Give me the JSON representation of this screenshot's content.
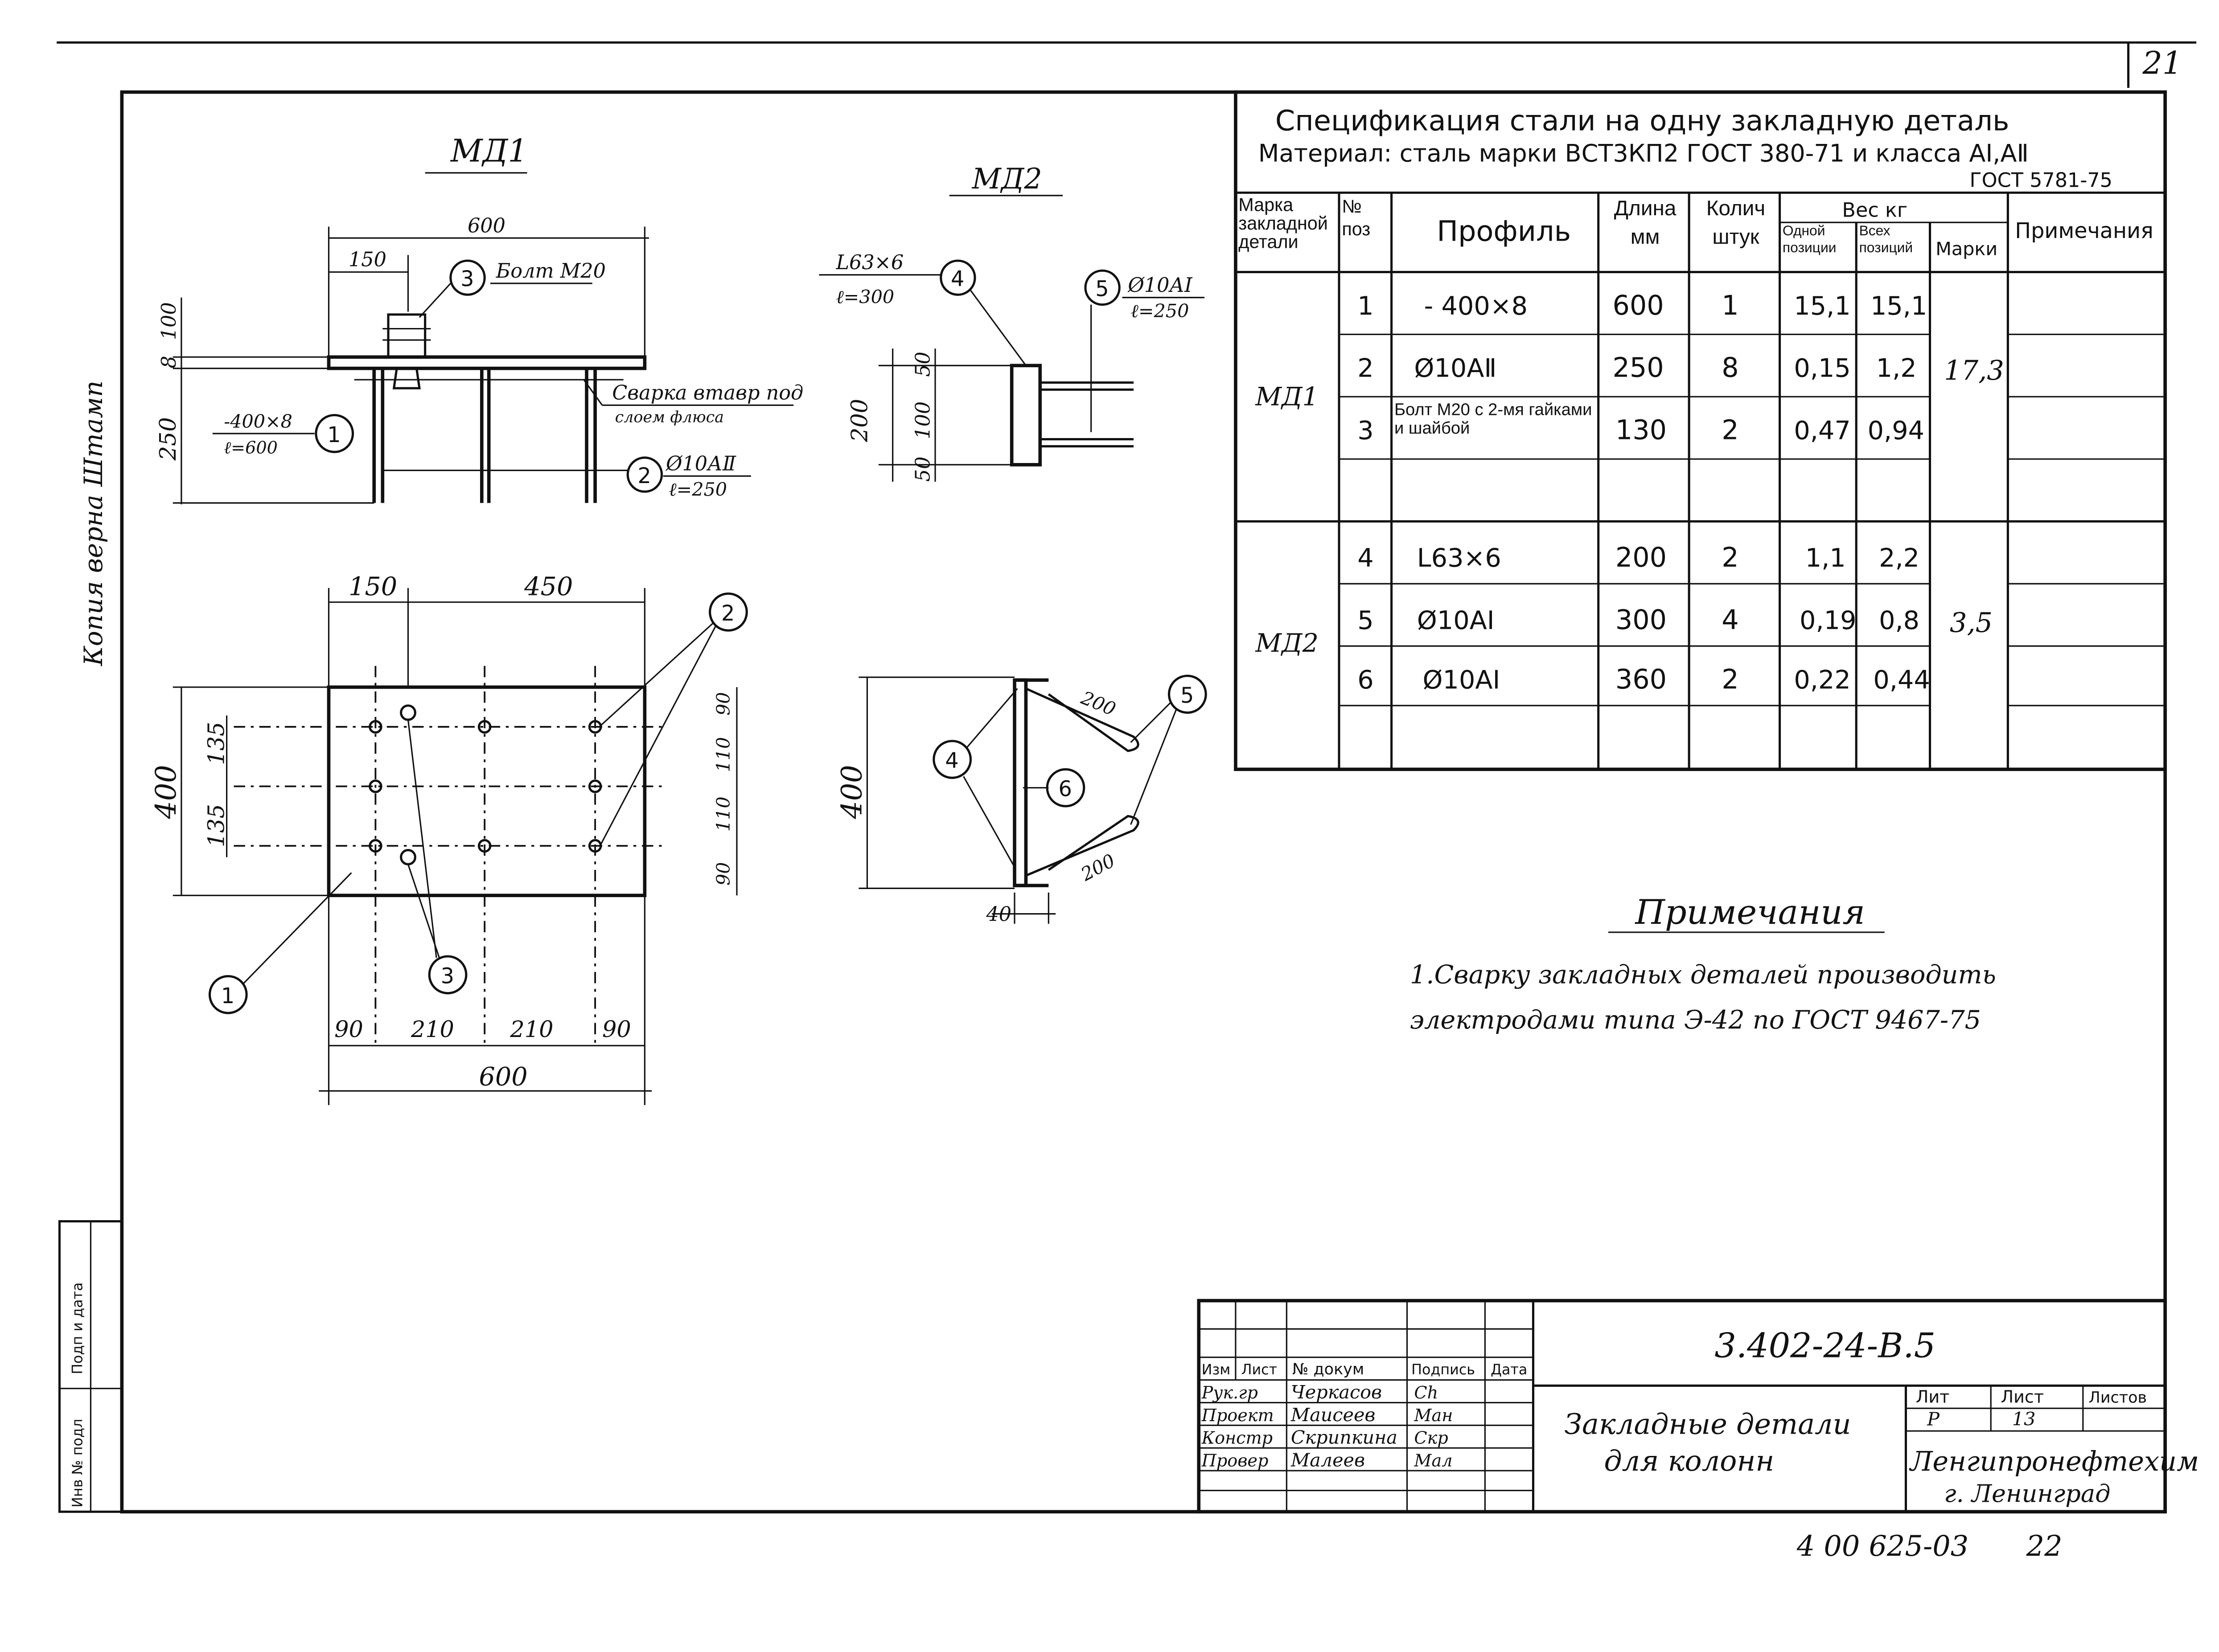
{
  "page_number": "21",
  "side_note": "Копия верна Штамп",
  "md1": {
    "title": "МД1",
    "dims": {
      "d600_top": "600",
      "d150_top": "150",
      "d100": "100",
      "d8": "8",
      "d250": "250",
      "plan_150": "150",
      "plan_450": "450",
      "plan_400": "400",
      "plan_135a": "135",
      "plan_135b": "135",
      "plan_90a": "90",
      "plan_110a": "110",
      "plan_110b": "110",
      "plan_90b": "90",
      "bot_90a": "90",
      "bot_210a": "210",
      "bot_210b": "210",
      "bot_90b": "90",
      "bot_600": "600"
    },
    "bolt_label": "Болт М20",
    "weld_label": "Сварка втавр под",
    "weld_label2": "слоем флюса",
    "plate_label": "-400×8",
    "plate_len": "ℓ=600",
    "bar_label": "Ø10АⅡ",
    "bar_len": "ℓ=250",
    "callouts": [
      "1",
      "2",
      "3"
    ]
  },
  "md2": {
    "title": "МД2",
    "angle_label": "L63×6",
    "angle_len": "ℓ=300",
    "bar_label": "Ø10АⅠ",
    "bar_len": "ℓ=250",
    "dims": {
      "d200": "200",
      "d50a": "50",
      "d100": "100",
      "d50b": "50",
      "plan_400": "400",
      "d40": "40",
      "diag_200a": "200",
      "diag_200b": "200"
    },
    "callouts": [
      "4",
      "5",
      "6"
    ]
  },
  "spec": {
    "title1": "Спецификация стали на одну закладную деталь",
    "title2": "Материал: сталь марки ВСТ3КП2 ГОСТ 380-71 и класса АⅠ,АⅡ",
    "title3": "ГОСТ 5781-75",
    "headers": {
      "mark": "Марка закладной детали",
      "pos": "№ поз",
      "profile": "Профиль",
      "length": "Длина мм",
      "qty": "Колич штук",
      "weight": "Вес кг",
      "w_one": "Одной позиции",
      "w_all": "Всех позиций",
      "w_mark": "Марки",
      "note": "Примечания"
    },
    "groups": [
      {
        "mark": "МД1",
        "total": "17,3",
        "rows": [
          {
            "pos": "1",
            "profile": "- 400×8",
            "length": "600",
            "qty": "1",
            "one": "15,1",
            "all": "15,1"
          },
          {
            "pos": "2",
            "profile": "Ø10АⅡ",
            "length": "250",
            "qty": "8",
            "one": "0,15",
            "all": "1,2"
          },
          {
            "pos": "3",
            "profile": "Болт М20 с 2-мя гайками и шайбой",
            "length": "130",
            "qty": "2",
            "one": "0,47",
            "all": "0,94"
          }
        ]
      },
      {
        "mark": "МД2",
        "total": "3,5",
        "rows": [
          {
            "pos": "4",
            "profile": "L63×6",
            "length": "200",
            "qty": "2",
            "one": "1,1",
            "all": "2,2"
          },
          {
            "pos": "5",
            "profile": "Ø10АⅠ",
            "length": "300",
            "qty": "4",
            "one": "0,19",
            "all": "0,8"
          },
          {
            "pos": "6",
            "profile": "Ø10АⅠ",
            "length": "360",
            "qty": "2",
            "one": "0,22",
            "all": "0,44"
          }
        ]
      }
    ]
  },
  "notes": {
    "title": "Примечания",
    "line1": "1.Сварку закладных деталей производить",
    "line2": "электродами типа Э-42 по ГОСТ 9467-75"
  },
  "title_block": {
    "code": "3.402-24-В.5",
    "name1": "Закладные детали",
    "name2": "для колонн",
    "head": {
      "izm": "Изм",
      "list": "Лист",
      "doc": "№ докум",
      "sign": "Подпись",
      "date": "Дата"
    },
    "people": [
      {
        "role": "Рук.гр",
        "name": "Черкасов",
        "sign": "Сh"
      },
      {
        "role": "Проект",
        "name": "Маисеев",
        "sign": "Мaн"
      },
      {
        "role": "Констр",
        "name": "Скрипкина",
        "sign": "Скр"
      },
      {
        "role": "Провер",
        "name": "Малеев",
        "sign": "Мал"
      }
    ],
    "lit_head": "Лит",
    "sheet_head": "Лист",
    "sheets_head": "Листов",
    "lit": "Р",
    "sheet": "13",
    "sheets": "",
    "org1": "Ленгипронефтехим",
    "org2": "г. Ленинград"
  },
  "side_stamp": {
    "inv": "Инв № подл",
    "sign": "Подп и дата"
  },
  "archive_code": "4 00 625-03",
  "archive_page": "22"
}
